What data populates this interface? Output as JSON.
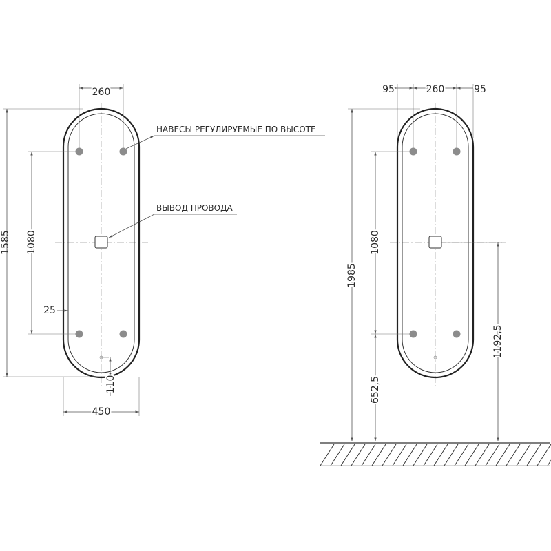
{
  "left_view": {
    "dimensions": {
      "hanger_spacing": "260",
      "total_height": "1585",
      "hanger_vertical_spacing": "1080",
      "inset": "25",
      "bottom_offset": "110",
      "total_width": "450"
    },
    "callouts": {
      "hangers": "НАВЕСЫ РЕГУЛИРУЕМЫЕ ПО ВЫСОТЕ",
      "wire_outlet": "ВЫВОД ПРОВОДА"
    }
  },
  "right_view": {
    "dimensions": {
      "side_left": "95",
      "hanger_spacing": "260",
      "side_right": "95",
      "height_to_top": "1985",
      "hanger_vertical_spacing": "1080",
      "lower_hanger_height": "652,5",
      "outlet_height": "1192,5"
    }
  },
  "colors": {
    "line": "#222222",
    "dimension_line": "#555555",
    "hanger_dot": "#8c8c8c"
  }
}
